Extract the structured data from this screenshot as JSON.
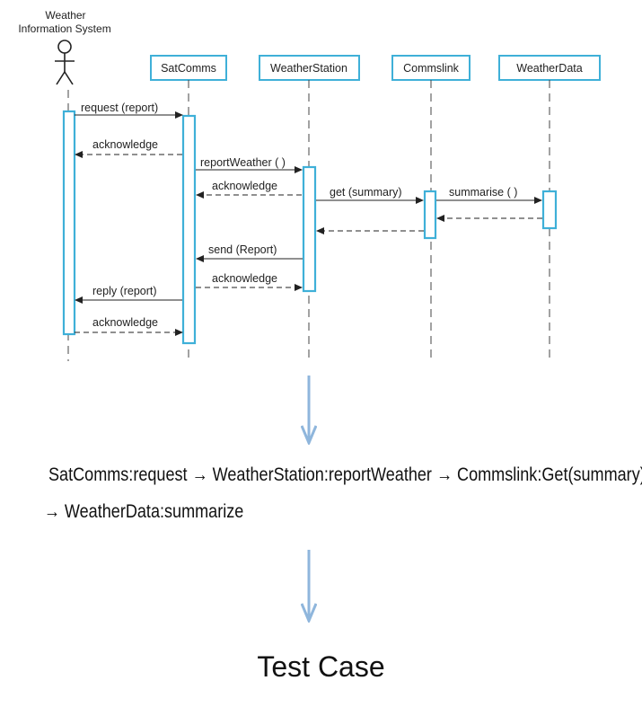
{
  "diagram": {
    "actor": {
      "name_line1": "Weather",
      "name_line2": "Information System"
    },
    "objects": [
      "SatComms",
      "WeatherStation",
      "Commslink",
      "WeatherData"
    ],
    "messages": {
      "m1": "request (report)",
      "m2": "acknowledge",
      "m3": "reportWeather ( )",
      "m4": "acknowledge",
      "m5": "get (summary)",
      "m6": "summarise ( )",
      "m7": "send (Report)",
      "m8": "acknowledge",
      "m9": "reply (report)",
      "m10": "acknowledge"
    }
  },
  "sequence_text": {
    "line1": "SatComms:request → WeatherStation:reportWeather → Commslink:Get(summary)",
    "line2": "→ WeatherData:summarize"
  },
  "result_label": "Test Case",
  "colors": {
    "lifeline_box": "#3fb0d8",
    "flow_arrow": "#8fb6dc"
  }
}
